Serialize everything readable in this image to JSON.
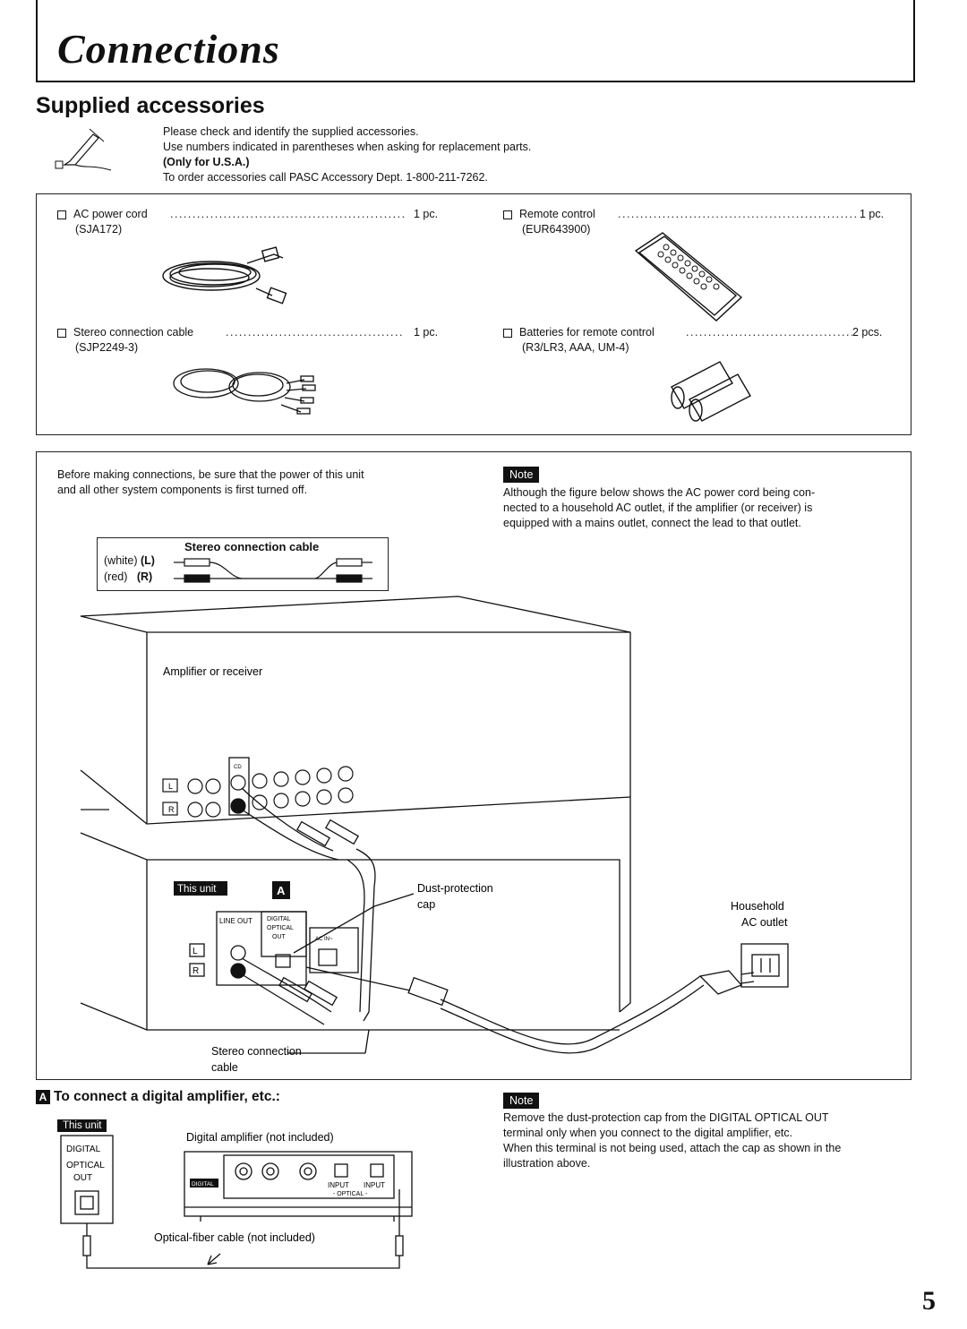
{
  "page": {
    "title": "Connections",
    "number": "5"
  },
  "supplied": {
    "heading": "Supplied accessories",
    "intro_line1": "Please check and identify the supplied accessories.",
    "intro_line2": "Use numbers indicated in parentheses when asking for replacement parts.",
    "usa_label": "(Only for U.S.A.)",
    "order_text": "To order accessories call PASC Accessory Dept. 1-800-211-7262.",
    "items": [
      {
        "name": "AC power cord",
        "part": "(SJA172)",
        "qty": "1 pc."
      },
      {
        "name": "Remote control",
        "part": "(EUR643900)",
        "qty": "1 pc."
      },
      {
        "name": "Stereo connection cable",
        "part": "(SJP2249-3)",
        "qty": "1 pc."
      },
      {
        "name": "Batteries for remote control",
        "part": "(R3/LR3, AAA, UM-4)",
        "qty": "2 pcs."
      }
    ]
  },
  "connections": {
    "before_text_line1": "Before making connections, be sure that the power of this unit",
    "before_text_line2": "and all other system components is first turned off.",
    "note_label": "Note",
    "note_line1": "Although the figure below shows the AC power cord being con-",
    "note_line2": "nected to a household AC outlet, if the amplifier (or receiver) is",
    "note_line3": "equipped with a mains outlet, connect the lead to that outlet.",
    "cable_legend_title": "Stereo connection cable",
    "cable_white": "(white)",
    "cable_white_ch": "(L)",
    "cable_red": "(red)",
    "cable_red_ch": "(R)",
    "amp_label": "Amplifier or receiver",
    "cd_label": "CD",
    "this_unit": "This unit",
    "marker_a": "A",
    "line_out": "LINE OUT",
    "digital_optical_out": [
      "DIGITAL",
      "OPTICAL",
      "OUT"
    ],
    "ac_in": "AC IN~",
    "dust_cap_1": "Dust-protection",
    "dust_cap_2": "cap",
    "outlet_1": "Household",
    "outlet_2": "AC outlet",
    "stereo_cable_1": "Stereo connection",
    "stereo_cable_2": "cable",
    "ch_l": "L",
    "ch_r": "R"
  },
  "digital": {
    "marker": "A",
    "heading": "To connect a digital amplifier, etc.:",
    "this_unit": "This unit",
    "terminal": [
      "DIGITAL",
      "OPTICAL",
      "OUT"
    ],
    "amp_label": "Digital amplifier (not included)",
    "amp_badge": "DIGITAL",
    "input_1": "INPUT",
    "input_2": "INPUT",
    "optical_label": "- OPTICAL -",
    "fiber_label": "Optical-fiber cable (not included)",
    "note_label": "Note",
    "note_line1": "Remove the dust-protection cap from the DIGITAL OPTICAL OUT",
    "note_line2": "terminal only when you connect to the digital amplifier, etc.",
    "note_line3": "When this terminal is not being used, attach the cap as shown in the",
    "note_line4": "illustration above."
  }
}
